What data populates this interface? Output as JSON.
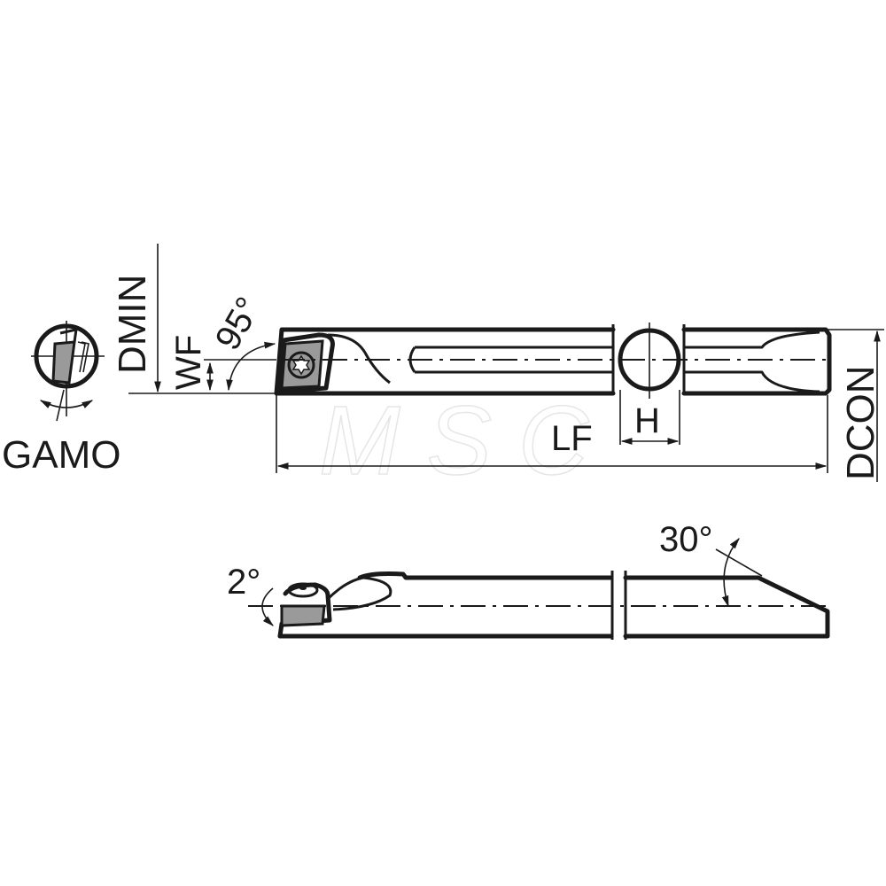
{
  "diagram": {
    "type": "technical-drawing",
    "subject": "boring bar tool holder with insert",
    "watermark": "MSC",
    "colors": {
      "line": "#1a1a1a",
      "insert_fill": "#9a9a9a",
      "background": "#ffffff",
      "watermark": "#e6e6e6"
    },
    "labels": {
      "dmin": "DMIN",
      "wf": "WF",
      "angle_95": "95°",
      "gamo": "GAMO",
      "lf": "LF",
      "h": "H",
      "dcon": "DCON",
      "angle_2": "2°",
      "angle_30": "30°"
    },
    "views": [
      {
        "name": "end-view",
        "annotations": [
          "DMIN",
          "GAMO"
        ]
      },
      {
        "name": "top-view",
        "annotations": [
          "WF",
          "95°",
          "LF",
          "H",
          "DCON"
        ]
      },
      {
        "name": "side-view",
        "annotations": [
          "2°",
          "30°"
        ]
      }
    ]
  }
}
